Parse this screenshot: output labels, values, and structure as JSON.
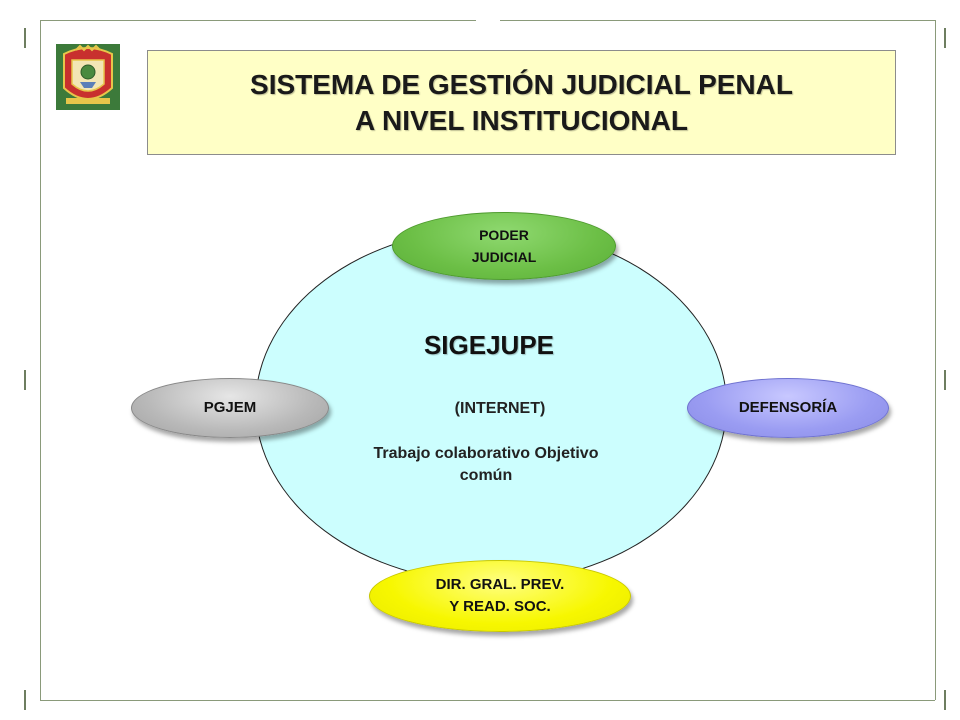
{
  "title": {
    "line1": "SISTEMA DE GESTIÓN JUDICIAL PENAL",
    "line2": "A NIVEL INSTITUCIONAL"
  },
  "center": {
    "title": "SIGEJUPE",
    "subtitle": "(INTERNET)",
    "desc_line1": "Trabajo colaborativo  Objetivo",
    "desc_line2": "común"
  },
  "nodes": {
    "poder_judicial": {
      "line1": "PODER",
      "line2": "JUDICIAL"
    },
    "pgjem": {
      "label": "PGJEM"
    },
    "defensoria": {
      "label": "DEFENSORÍA"
    },
    "dir_gral": {
      "line1": "DIR. GRAL. PREV.",
      "line2": "Y READ. SOC."
    }
  },
  "colors": {
    "title_bg": "#ffffc6",
    "center_bg": "#ccfefe",
    "poder_judicial": "#6cbf46",
    "pgjem": "#b9b9b9",
    "defensoria": "#9a9cf2",
    "dir_gral": "#f7f700"
  },
  "icons": {
    "emblem": "coat-of-arms-emblem"
  }
}
